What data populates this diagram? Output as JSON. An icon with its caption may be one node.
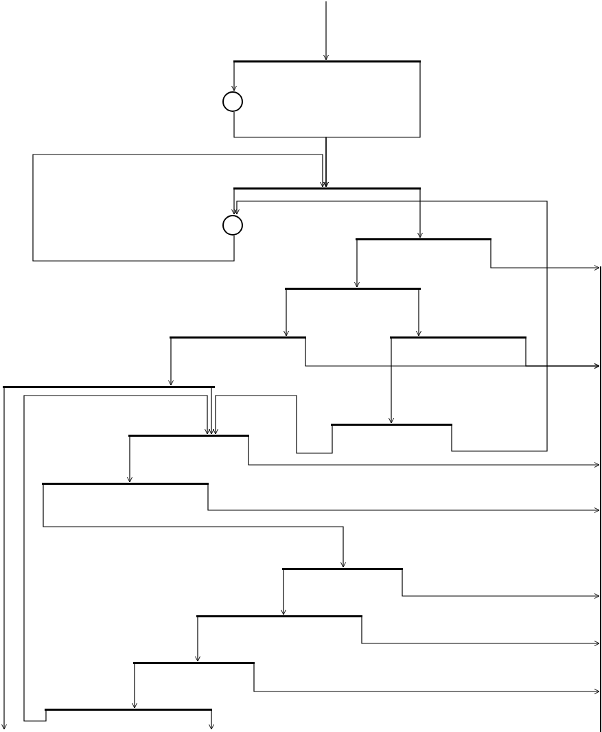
{
  "diagram": {
    "nodes": [
      {
        "text": [],
        "shape": "bar"
      },
      {
        "text": [],
        "shape": "circle"
      },
      {
        "text": [],
        "shape": "bar"
      },
      {
        "text": [],
        "shape": "circle"
      },
      {
        "text": [],
        "shape": "bar"
      },
      {
        "text": [],
        "shape": "bar"
      },
      {
        "text": [],
        "shape": "bar"
      },
      {
        "text": [],
        "shape": "bar"
      },
      {
        "text": [],
        "shape": "bar"
      },
      {
        "text": [],
        "shape": "bar"
      },
      {
        "text": [],
        "shape": "bar"
      },
      {
        "text": [],
        "shape": "bar"
      },
      {
        "text": [],
        "shape": "bar"
      },
      {
        "text": [],
        "shape": "bar"
      },
      {
        "text": [],
        "shape": "bar"
      },
      {
        "text": [],
        "shape": "bar"
      },
      {
        "text": [],
        "shape": "bar"
      }
    ],
    "edges": [
      {
        "from": null,
        "to": 0,
        "arrow": "to"
      },
      {
        "from": 0,
        "to": 1,
        "arrow": "to"
      },
      {
        "from": 0,
        "to": 2,
        "arrow": "to"
      },
      {
        "from": 1,
        "to": 2,
        "arrow": "to"
      },
      {
        "from": 3,
        "to": 2,
        "arrow": "to"
      },
      {
        "from": 2,
        "to": 3,
        "arrow": "to"
      },
      {
        "from": 2,
        "to": 4,
        "arrow": "to"
      },
      {
        "from": 9,
        "to": 3,
        "arrow": "to"
      },
      {
        "from": 4,
        "to": 5,
        "arrow": "to"
      },
      {
        "from": 4,
        "to": 16,
        "arrow": "to"
      },
      {
        "from": 5,
        "to": 6,
        "arrow": "to"
      },
      {
        "from": 5,
        "to": 7,
        "arrow": "to"
      },
      {
        "from": 6,
        "to": 8,
        "arrow": "to"
      },
      {
        "from": 6,
        "to": 16,
        "arrow": "to"
      },
      {
        "from": 7,
        "to": 16,
        "arrow": "to"
      },
      {
        "from": 7,
        "to": 9,
        "arrow": "to"
      },
      {
        "from": 8,
        "to": 10,
        "arrow": "to"
      },
      {
        "from": 8,
        "to": null,
        "arrow": "to"
      },
      {
        "from": 9,
        "to": 10,
        "arrow": "to"
      },
      {
        "from": 15,
        "to": 10,
        "arrow": "to"
      },
      {
        "from": 10,
        "to": 11,
        "arrow": "to"
      },
      {
        "from": 10,
        "to": 16,
        "arrow": "to"
      },
      {
        "from": 11,
        "to": 12,
        "arrow": "to"
      },
      {
        "from": 11,
        "to": 16,
        "arrow": "to"
      },
      {
        "from": 12,
        "to": 13,
        "arrow": "to"
      },
      {
        "from": 12,
        "to": 16,
        "arrow": "to"
      },
      {
        "from": 13,
        "to": 14,
        "arrow": "to"
      },
      {
        "from": 13,
        "to": 16,
        "arrow": "to"
      },
      {
        "from": 14,
        "to": 15,
        "arrow": "to"
      },
      {
        "from": 14,
        "to": 16,
        "arrow": "to"
      },
      {
        "from": 15,
        "to": null,
        "arrow": "to"
      }
    ]
  }
}
